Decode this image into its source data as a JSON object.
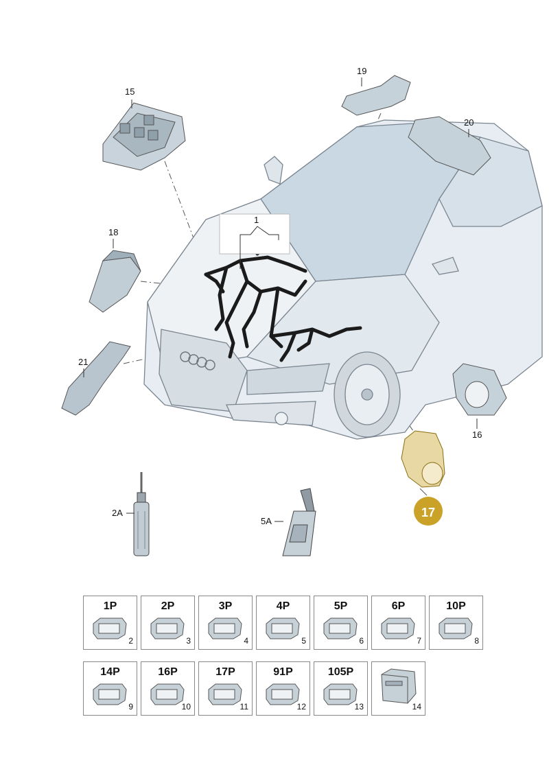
{
  "callouts": {
    "harness": "1",
    "tool_2a": "2A",
    "tool_5a": "5A",
    "fuse_box": "15",
    "boot_16": "16",
    "boot_17": "17",
    "relay_18": "18",
    "cover_19": "19",
    "cover_20": "20",
    "duct_21": "21"
  },
  "highlight_color": "#C9A227",
  "connectors_row1": [
    {
      "pins": "1P",
      "num": "2"
    },
    {
      "pins": "2P",
      "num": "3"
    },
    {
      "pins": "3P",
      "num": "4"
    },
    {
      "pins": "4P",
      "num": "5"
    },
    {
      "pins": "5P",
      "num": "6"
    },
    {
      "pins": "6P",
      "num": "7"
    },
    {
      "pins": "10P",
      "num": "8"
    }
  ],
  "connectors_row2": [
    {
      "pins": "14P",
      "num": "9"
    },
    {
      "pins": "16P",
      "num": "10"
    },
    {
      "pins": "17P",
      "num": "11"
    },
    {
      "pins": "91P",
      "num": "12"
    },
    {
      "pins": "105P",
      "num": "13"
    },
    {
      "pins": "",
      "num": "14"
    }
  ]
}
